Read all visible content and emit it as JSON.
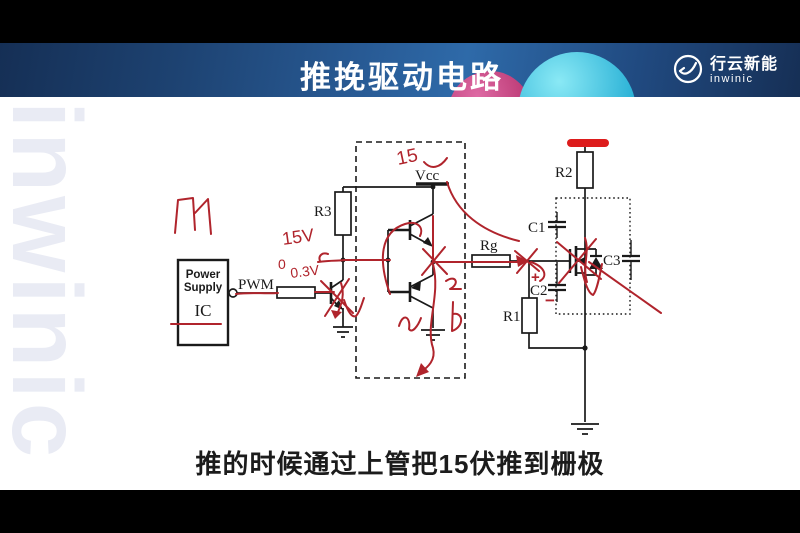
{
  "header": {
    "title": "推挽驱动电路"
  },
  "logo": {
    "name_cn": "行云新能",
    "name_en": "inwinic"
  },
  "watermark_text": "inwinic",
  "caption": "推的时候通过上管把15伏推到栅极",
  "schematic_labels": {
    "ps_line1": "Power",
    "ps_line2": "Supply",
    "ps_line3": "IC",
    "pwm": "PWM",
    "r3": "R3",
    "vcc": "Vcc",
    "rg": "Rg",
    "r1": "R1",
    "r2": "R2",
    "c1": "C1",
    "c2": "C2",
    "c3": "C3"
  },
  "handwriting": {
    "vcc_value": "15",
    "input_high": "15V",
    "input_low": "0",
    "sat_drop": "0.3V",
    "cap_plus": "+",
    "cap_minus": "−"
  },
  "colors": {
    "ink": "#1a1a1a",
    "annotation_red": "#b0242c",
    "highlight_red": "#dd1c1c",
    "header_blue": "#27599a",
    "accent_cyan": "#2ab1d6",
    "accent_pink": "#b83570",
    "watermark_gray": "#e9ebf4"
  }
}
